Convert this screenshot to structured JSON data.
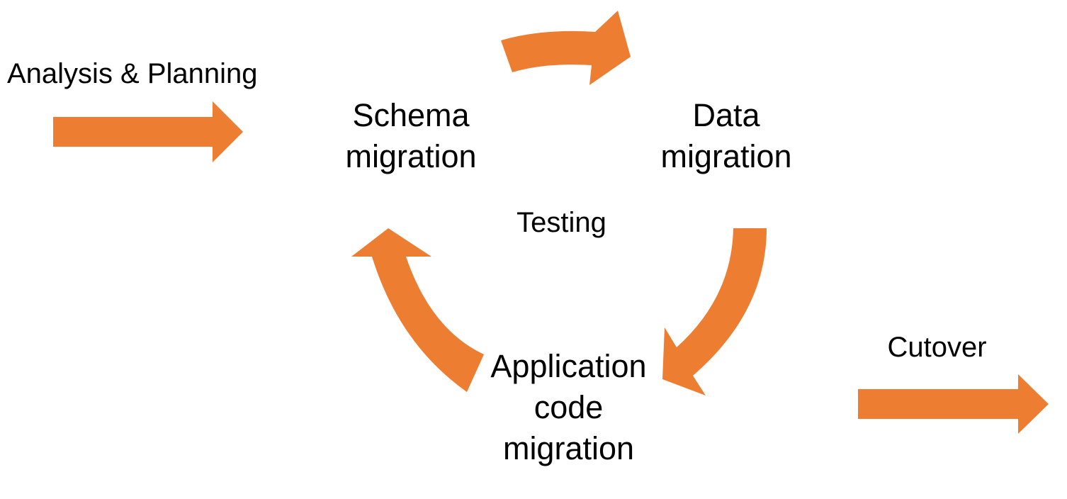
{
  "colors": {
    "arrow": "#ED7D31",
    "text": "#000000",
    "background": "#FFFFFF"
  },
  "labels": {
    "analysis_planning": "Analysis & Planning",
    "schema_line1": "Schema",
    "schema_line2": "migration",
    "data_line1": "Data",
    "data_line2": "migration",
    "testing": "Testing",
    "appcode_line1": "Application",
    "appcode_line2": "code",
    "appcode_line3": "migration",
    "cutover": "Cutover"
  }
}
